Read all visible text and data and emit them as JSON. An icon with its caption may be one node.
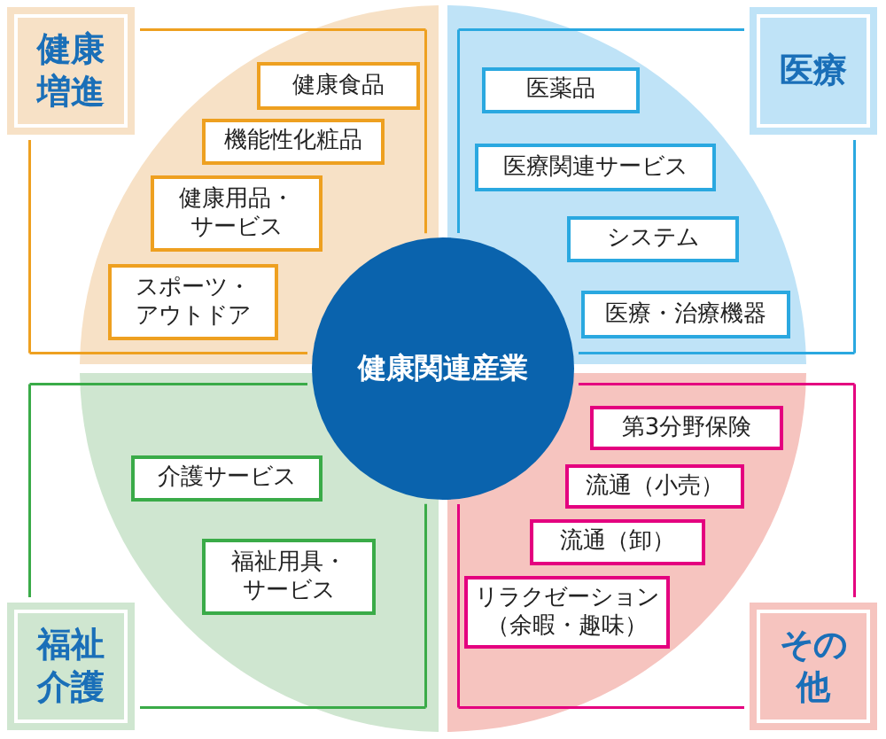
{
  "diagram": {
    "nodes": [
      {
        "text": [
          "健康関連産業"
        ]
      },
      {
        "text": [
          "健康増進"
        ]
      },
      {
        "text": [
          "健康食品"
        ],
        "in": 1
      },
      {
        "text": [
          "機能性化粧品"
        ],
        "in": 1
      },
      {
        "text": [
          "健康用品・サービス"
        ],
        "in": 1
      },
      {
        "text": [
          "スポーツ・アウトドア"
        ],
        "in": 1
      },
      {
        "text": [
          "医療"
        ]
      },
      {
        "text": [
          "医薬品"
        ],
        "in": 6
      },
      {
        "text": [
          "医療関連サービス"
        ],
        "in": 6
      },
      {
        "text": [
          "システム"
        ],
        "in": 6
      },
      {
        "text": [
          "医療・治療機器"
        ],
        "in": 6
      },
      {
        "text": [
          "福祉介護"
        ]
      },
      {
        "text": [
          "介護サービス"
        ],
        "in": 11
      },
      {
        "text": [
          "福祉用具・サービス"
        ],
        "in": 11
      },
      {
        "text": [
          "その他"
        ]
      },
      {
        "text": [
          "第3分野保険"
        ],
        "in": 14
      },
      {
        "text": [
          "流通（小売）"
        ],
        "in": 14
      },
      {
        "text": [
          "流通（卸）"
        ],
        "in": 14
      },
      {
        "text": [
          "リラクゼーション（余暇・趣味）"
        ],
        "in": 14
      }
    ]
  }
}
